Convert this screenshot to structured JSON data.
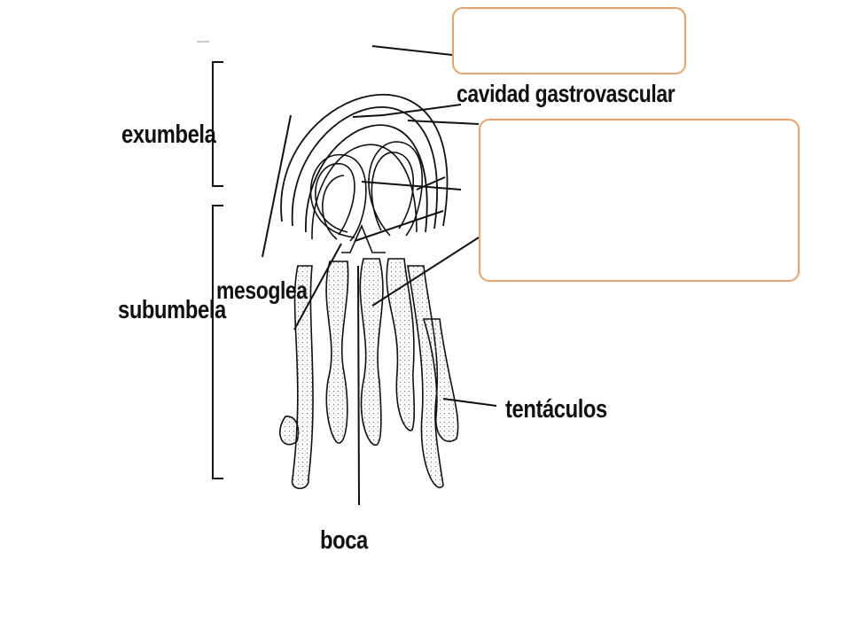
{
  "diagram": {
    "labels": {
      "exumbela": "exumbela",
      "subumbela": "subumbela",
      "mesoglea": "mesoglea",
      "cavidad": "cavidad gastrovascular",
      "tentaculos": "tentáculos",
      "boca": "boca"
    },
    "answer_boxes": [
      {
        "name": "top",
        "text": ""
      },
      {
        "name": "right",
        "text": ""
      }
    ],
    "colors": {
      "box_border": "#f0a060",
      "line": "#111111",
      "stipple": "#777777"
    }
  }
}
